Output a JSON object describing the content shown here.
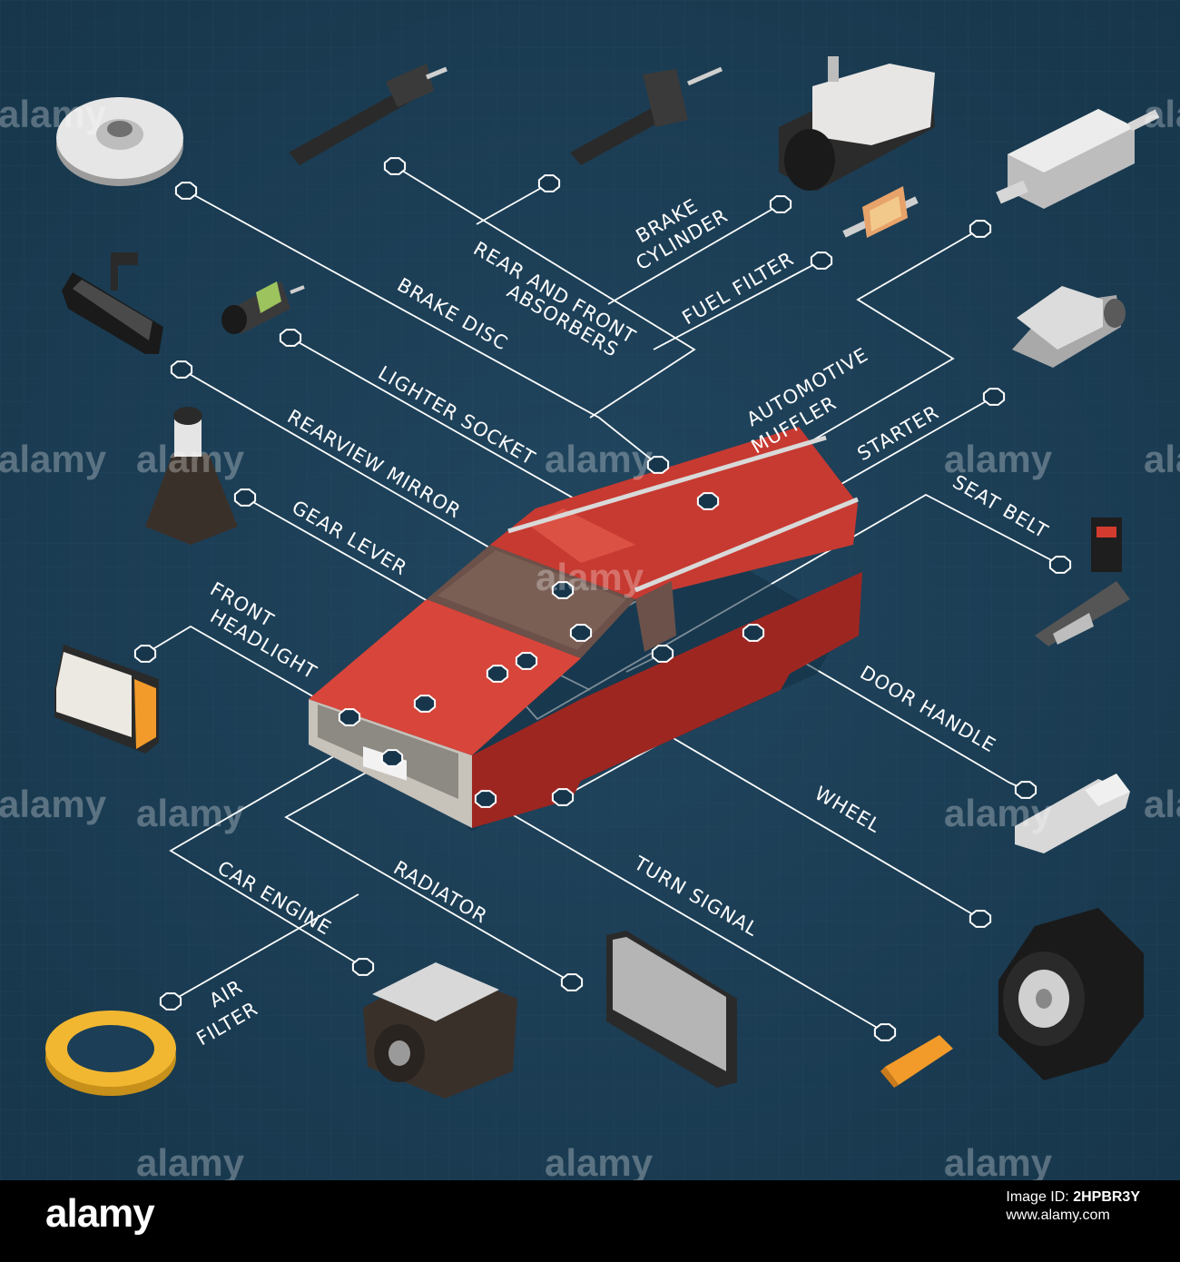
{
  "labels": {
    "brake_disc": "BRAKE DISC",
    "absorbers_line1": "REAR AND FRONT",
    "absorbers_line2": "ABSORBERS",
    "brake_cylinder_line1": "BRAKE",
    "brake_cylinder_line2": "CYLINDER",
    "fuel_filter": "FUEL FILTER",
    "muffler_line1": "AUTOMOTIVE",
    "muffler_line2": "MUFFLER",
    "starter": "STARTER",
    "seat_belt": "SEAT BELT",
    "lighter_socket": "LIGHTER SOCKET",
    "rearview_mirror": "REARVIEW MIRROR",
    "gear_lever": "GEAR LEVER",
    "headlight_line1": "FRONT",
    "headlight_line2": "HEADLIGHT",
    "door_handle": "DOOR HANDLE",
    "wheel": "WHEEL",
    "car_engine": "CAR ENGINE",
    "radiator": "RADIATOR",
    "turn_signal": "TURN SIGNAL",
    "air_filter_line1": "AIR",
    "air_filter_line2": "FILTER"
  },
  "watermark": "alamy",
  "footer": {
    "logo": "alamy",
    "image_id_label": "Image ID:",
    "image_id": "2HPBR3Y",
    "url": "www.alamy.com"
  },
  "colors": {
    "background": "#1c3f57",
    "car_body": "#c0322c",
    "line": "#ffffff"
  }
}
